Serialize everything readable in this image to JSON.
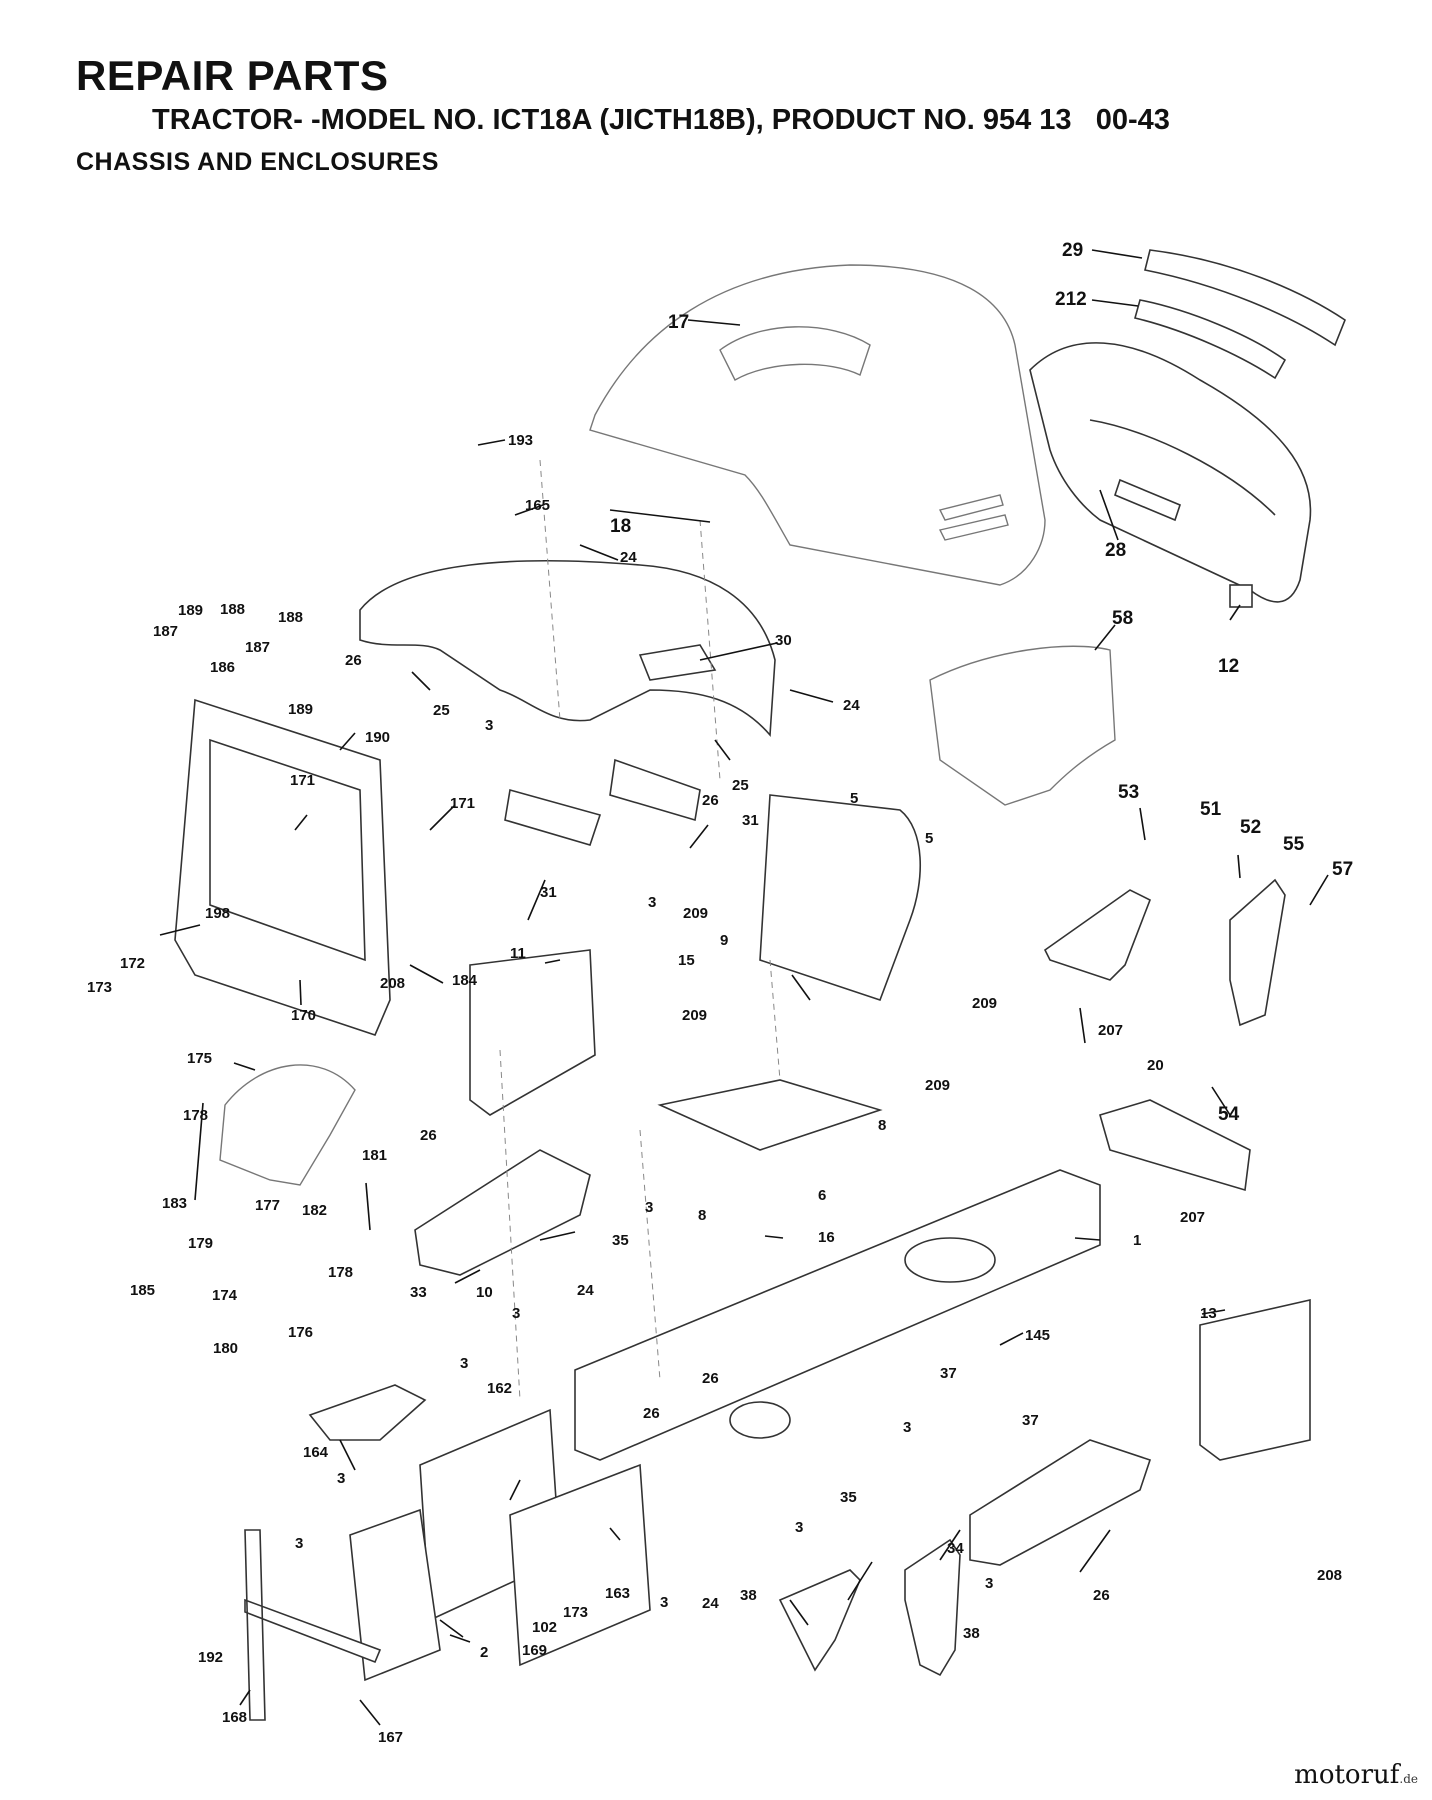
{
  "header": {
    "title": "REPAIR PARTS",
    "subtitle": "TRACTOR- -MODEL NO. ICT18A (JICTH18B), PRODUCT NO. 954 13   00-43",
    "section": "CHASSIS AND ENCLOSURES"
  },
  "callouts": {
    "c29": "29",
    "c212": "212",
    "c17": "17",
    "c193": "193",
    "c165": "165",
    "c18": "18",
    "c24a": "24",
    "c28": "28",
    "c12": "12",
    "c58": "58",
    "c30": "30",
    "c24b": "24",
    "c189a": "189",
    "c188a": "188",
    "c187a": "187",
    "c188b": "188",
    "c187b": "187",
    "c186": "186",
    "c189b": "189",
    "c26a": "26",
    "c25a": "25",
    "c190": "190",
    "c171a": "171",
    "c171b": "171",
    "c3a": "3",
    "c26b": "26",
    "c25b": "25",
    "c31a": "31",
    "c31b": "31",
    "c3b": "3",
    "c5a": "5",
    "c5b": "5",
    "c53": "53",
    "c51": "51",
    "c52": "52",
    "c55": "55",
    "c57": "57",
    "c209a": "209",
    "c9": "9",
    "c198": "198",
    "c172": "172",
    "c173a": "173",
    "c170": "170",
    "c184": "184",
    "c11": "11",
    "c208a": "208",
    "c15": "15",
    "c209b": "209",
    "c209c": "209",
    "c209d": "209",
    "c207a": "207",
    "c20": "20",
    "c54": "54",
    "c8a": "8",
    "c8b": "8",
    "c6": "6",
    "c207b": "207",
    "c175": "175",
    "c178a": "178",
    "c181": "181",
    "c26c": "26",
    "c3c": "3",
    "c183": "183",
    "c177": "177",
    "c182": "182",
    "c179": "179",
    "c178b": "178",
    "c16": "16",
    "c1": "1",
    "c35a": "35",
    "c185": "185",
    "c174": "174",
    "c33": "33",
    "c10": "10",
    "c176": "176",
    "c180": "180",
    "c3d": "3",
    "c24c": "24",
    "c13": "13",
    "c145": "145",
    "c37a": "37",
    "c37b": "37",
    "c3e": "3",
    "c162": "162",
    "c26d": "26",
    "c26e": "26",
    "c164": "164",
    "c3f": "3",
    "c3g": "3",
    "c35b": "35",
    "c208b": "208",
    "c34": "34",
    "c3h": "3",
    "c3i": "3",
    "c38a": "38",
    "c38b": "38",
    "c26f": "26",
    "c3j": "3",
    "c173b": "173",
    "c163": "163",
    "c3k": "3",
    "c24d": "24",
    "c102": "102",
    "c2": "2",
    "c169": "169",
    "c192": "192",
    "c168": "168",
    "c167": "167"
  },
  "watermark": {
    "text_main": "motoruf",
    "text_tld": ".de"
  }
}
